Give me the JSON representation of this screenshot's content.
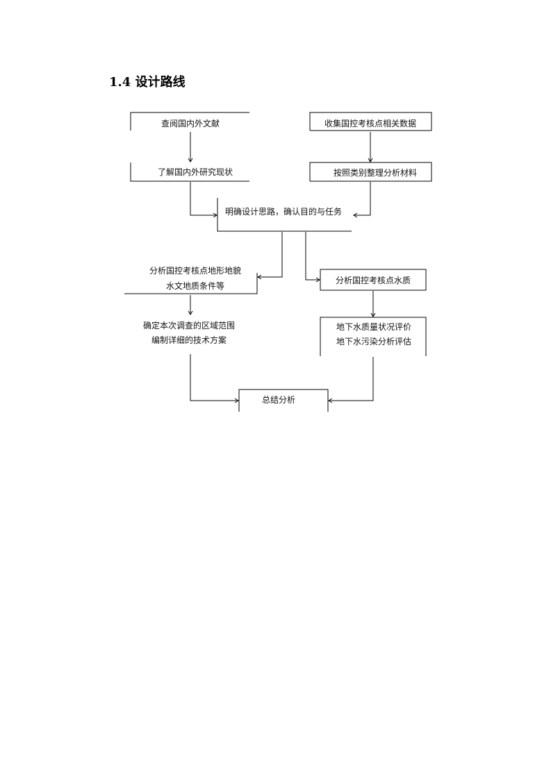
{
  "heading": "1.4 设计路线",
  "nodes": {
    "consult_literature": "查阅国内外文献",
    "collect_data": "收集国控考核点相关数据",
    "understand_status": "了解国内外研究现状",
    "organize_materials": "按照类别整理分析材料",
    "define_approach": "明确设计思路，确认目的与任务",
    "analyze_terrain_line1": "分析国控考核点地形地貌",
    "analyze_terrain_line2": "水文地质条件等",
    "analyze_water_quality": "分析国控考核点水质",
    "determine_scope_line1": "确定本次调查的区域范围",
    "determine_scope_line2": "编制详细的技术方案",
    "gw_status_line1": "地下水质量状况评价",
    "gw_status_line2": "地下水污染分析评估",
    "summary": "总结分析"
  }
}
